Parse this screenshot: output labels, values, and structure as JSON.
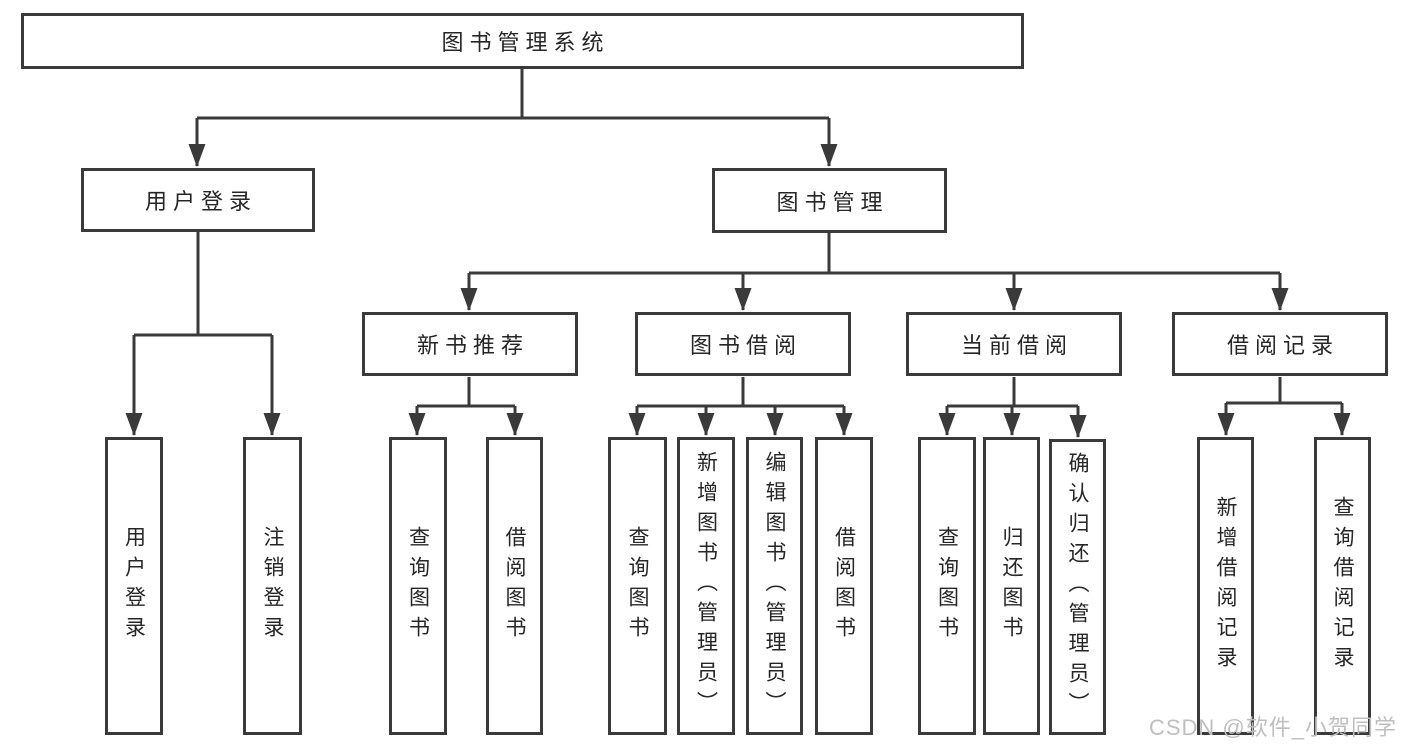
{
  "nodes": {
    "root": "图书管理系统",
    "user_login": "用户登录",
    "book_management": "图书管理",
    "new_book_recommend": "新书推荐",
    "book_borrowing": "图书借阅",
    "current_borrowing": "当前借阅",
    "borrowing_records": "借阅记录",
    "leaf_user_login": "用户登录",
    "leaf_logout": "注销登录",
    "leaf_query_books_a": "查询图书",
    "leaf_borrow_books_a": "借阅图书",
    "leaf_query_books_b": "查询图书",
    "leaf_add_books_admin": "新增图书（管理员）",
    "leaf_edit_books_admin": "编辑图书（管理员）",
    "leaf_borrow_books_b": "借阅图书",
    "leaf_query_books_c": "查询图书",
    "leaf_return_books": "归还图书",
    "leaf_confirm_return_admin": "确认归还（管理员）",
    "leaf_add_borrow_record": "新增借阅记录",
    "leaf_query_borrow_record": "查询借阅记录"
  },
  "watermark": "CSDN @软件_小贺同学",
  "colors": {
    "line": "#3a3a3a",
    "text": "#262626",
    "watermark": "#bfbfbf",
    "background": "#ffffff"
  }
}
